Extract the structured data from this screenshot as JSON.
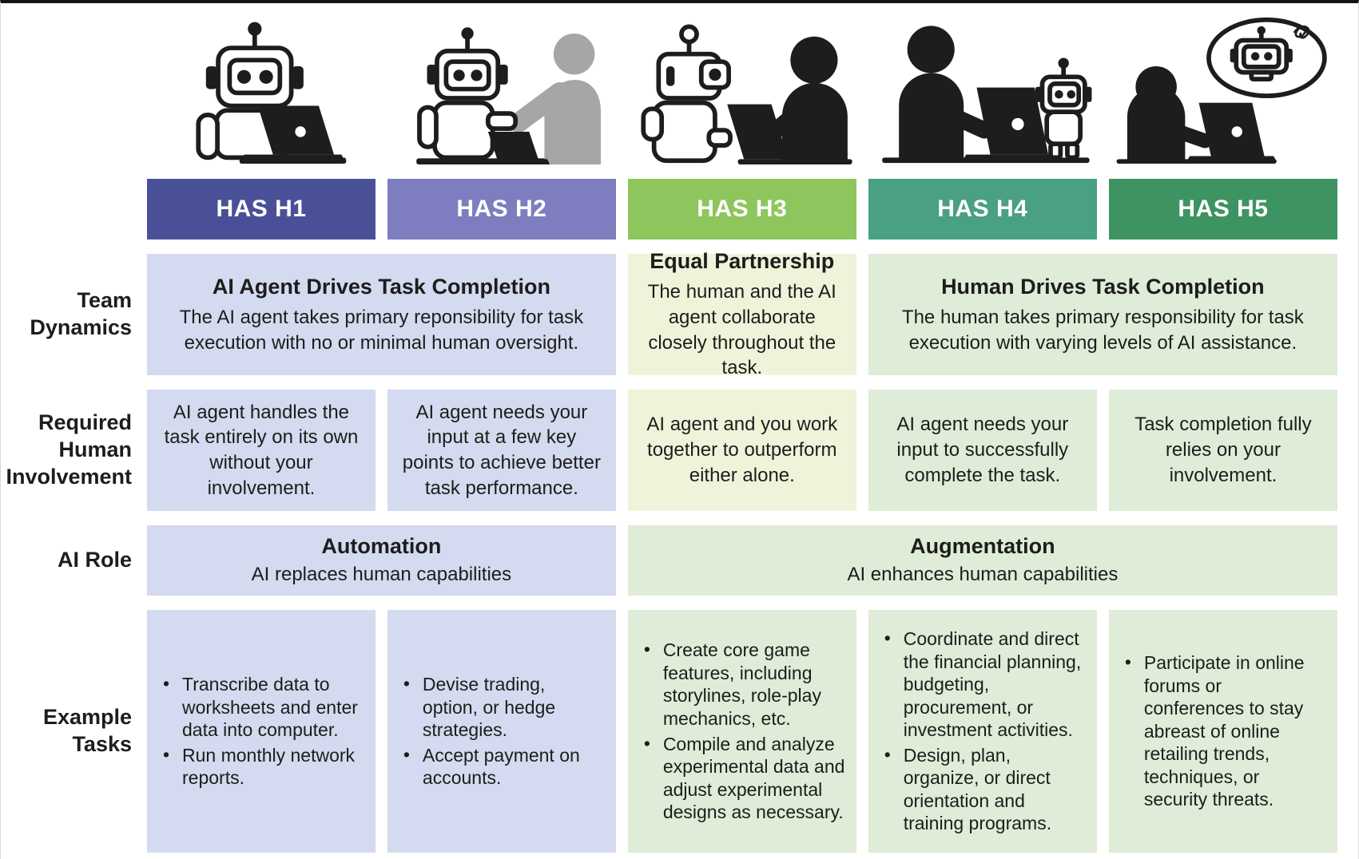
{
  "palette": {
    "h1_band": "#4a5098",
    "h2_band": "#7e7dbf",
    "h3_band": "#8ec55c",
    "h4_band": "#49a083",
    "h5_band": "#3d9362",
    "lavender_cell": "#d4daef",
    "yellow_green_cell": "#eef4da",
    "green_cell": "#dfecd8",
    "human_gray": "#a6a6a6",
    "ink": "#1d1d1b"
  },
  "columns": [
    {
      "label": "HAS H1",
      "icon": "robot-at-laptop"
    },
    {
      "label": "HAS H2",
      "icon": "robot-handshake-human"
    },
    {
      "label": "HAS H3",
      "icon": "robot-and-human-working-together"
    },
    {
      "label": "HAS H4",
      "icon": "human-with-robot-helper"
    },
    {
      "label": "HAS H5",
      "icon": "human-imagining-robot"
    }
  ],
  "row_labels": {
    "team_dynamics": "Team Dynamics",
    "required_human_involvement": "Required Human Involvement",
    "ai_role": "AI Role",
    "example_tasks": "Example Tasks"
  },
  "team_dynamics": {
    "h1_h2": {
      "title": "AI Agent Drives Task Completion",
      "body": "The AI agent takes primary reponsibility for task execution with no or minimal human oversight."
    },
    "h3": {
      "title": "Equal Partnership",
      "body": "The human and the AI agent collaborate closely throughout the task."
    },
    "h4_h5": {
      "title": "Human Drives Task Completion",
      "body": "The human takes primary responsibility for task execution with varying levels of AI assistance."
    }
  },
  "required_human_involvement": {
    "h1": "AI agent handles the task entirely on its own without your involvement.",
    "h2": "AI agent needs your input at a few key points to achieve better task performance.",
    "h3": "AI agent and you work together to outperform either alone.",
    "h4": "AI agent needs your input to successfully complete the task.",
    "h5": "Task completion fully relies on your involvement."
  },
  "ai_role": {
    "automation": {
      "title": "Automation",
      "body": "AI replaces human capabilities"
    },
    "augmentation": {
      "title": "Augmentation",
      "body": "AI enhances human capabilities"
    }
  },
  "example_tasks": {
    "h1": [
      "Transcribe data to worksheets and enter data into computer.",
      "Run monthly network reports."
    ],
    "h2": [
      "Devise trading, option, or hedge strategies.",
      "Accept payment on accounts."
    ],
    "h3": [
      "Create core game features, including storylines, role-play mechanics, etc.",
      "Compile and analyze experimental data and adjust experimental designs as necessary."
    ],
    "h4": [
      "Coordinate and direct the financial planning, budgeting, procurement, or investment activities.",
      "Design, plan, organize, or direct orientation and training programs."
    ],
    "h5": [
      "Participate in online forums or conferences to stay abreast of online retailing trends, techniques, or security threats."
    ]
  }
}
